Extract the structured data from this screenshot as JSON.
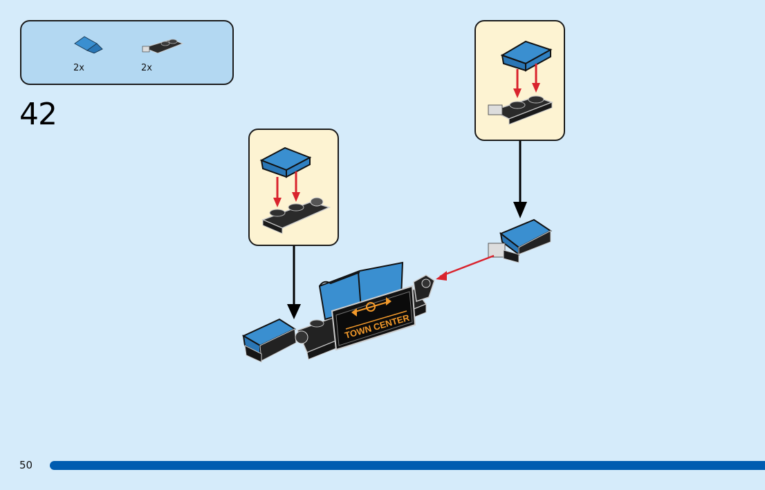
{
  "page": {
    "step_number": "42",
    "page_number": "50",
    "progress_bar_color": "#005cb0",
    "background_color": "#d5ebfa"
  },
  "parts_list": {
    "items": [
      {
        "name": "blue slope brick 1x2",
        "color": "#3a8fd0",
        "quantity": "2x"
      },
      {
        "name": "black hinge plate 1x2",
        "color": "#2a2a2a",
        "quantity": "2x"
      }
    ]
  },
  "sub_assemblies": [
    {
      "name": "left callout",
      "description": "blue slope onto black hinge plate"
    },
    {
      "name": "right callout",
      "description": "blue slope onto black hinge plate"
    }
  ],
  "sign": {
    "label": "TOWN CENTER",
    "icon": "bidirectional-arrow-icon",
    "text_color": "#f39a2b"
  },
  "arrow_colors": {
    "placement": "#d9232d",
    "assembly": "#000000"
  }
}
